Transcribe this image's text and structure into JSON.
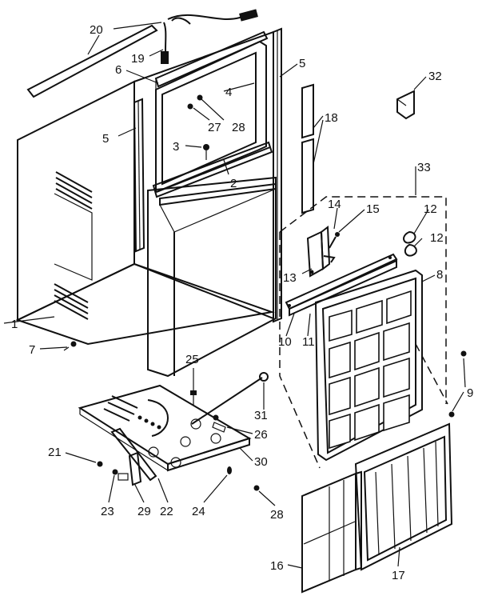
{
  "callouts": {
    "c1": "1",
    "c2": "2",
    "c3": "3",
    "c4": "4",
    "c5a": "5",
    "c5b": "5",
    "c6": "6",
    "c7": "7",
    "c8": "8",
    "c9": "9",
    "c10": "10",
    "c11": "11",
    "c12a": "12",
    "c12b": "12",
    "c13": "13",
    "c14": "14",
    "c15": "15",
    "c16": "16",
    "c17": "17",
    "c18": "18",
    "c19": "19",
    "c20": "20",
    "c21": "21",
    "c22": "22",
    "c23": "23",
    "c24": "24",
    "c25": "25",
    "c26": "26",
    "c27": "27",
    "c28a": "28",
    "c28b": "28",
    "c29": "29",
    "c30": "30",
    "c31": "31",
    "c32": "32",
    "c33": "33"
  }
}
